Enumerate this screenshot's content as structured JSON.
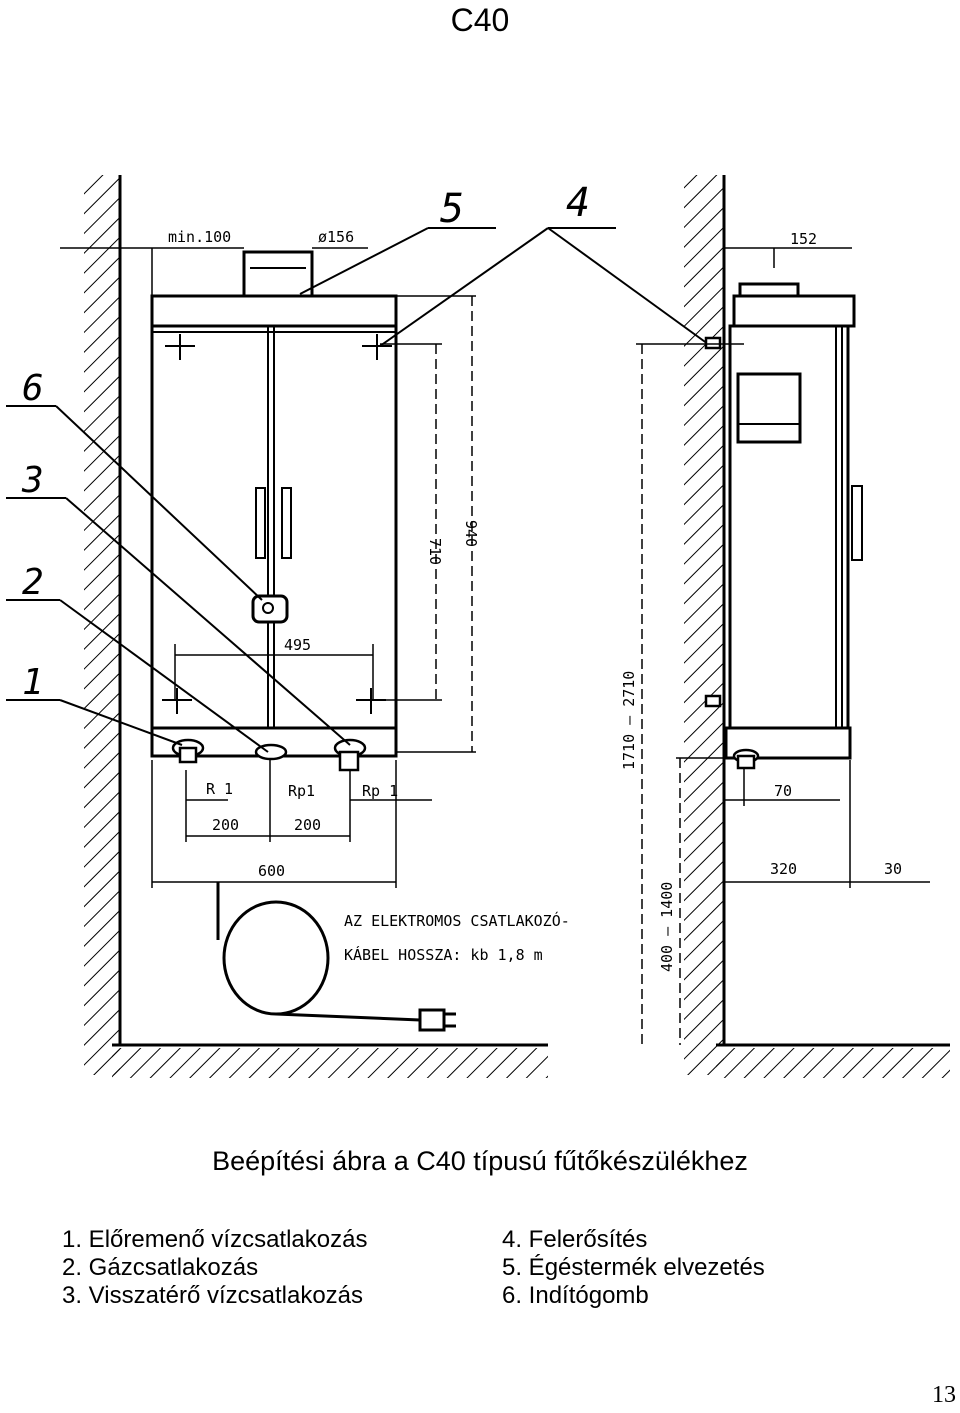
{
  "page_title": "C40",
  "caption": "Beépítési ábra a C40 típusú fűtőkészülékhez",
  "legend_left": [
    "1. Előremenő vízcsatlakozás",
    "2. Gázcsatlakozás",
    "3. Visszatérő vízcsatlakozás"
  ],
  "legend_right": [
    "4. Felerősítés",
    "5. Égéstermék elvezetés",
    "6. Indítógomb"
  ],
  "page_number": "13",
  "drawing": {
    "callouts": {
      "c1": "1",
      "c2": "2",
      "c3": "3",
      "c4": "4",
      "c5": "5",
      "c6": "6"
    },
    "dims": {
      "min100": "min.100",
      "d156": "ø156",
      "d152": "152",
      "d710": "710",
      "d940": "940",
      "d495": "495",
      "r1": "R 1",
      "rp1a": "Rp1",
      "rp1b": "Rp 1",
      "d200a": "200",
      "d200b": "200",
      "d600": "600",
      "range_top": "1710 — 2710",
      "range_bottom": "400 — 1400",
      "d70": "70",
      "d320": "320",
      "d30": "30"
    },
    "note_line1": "AZ ELEKTROMOS CSATLAKOZÓ-",
    "note_line2": "KÁBEL HOSSZA: kb 1,8 m"
  }
}
